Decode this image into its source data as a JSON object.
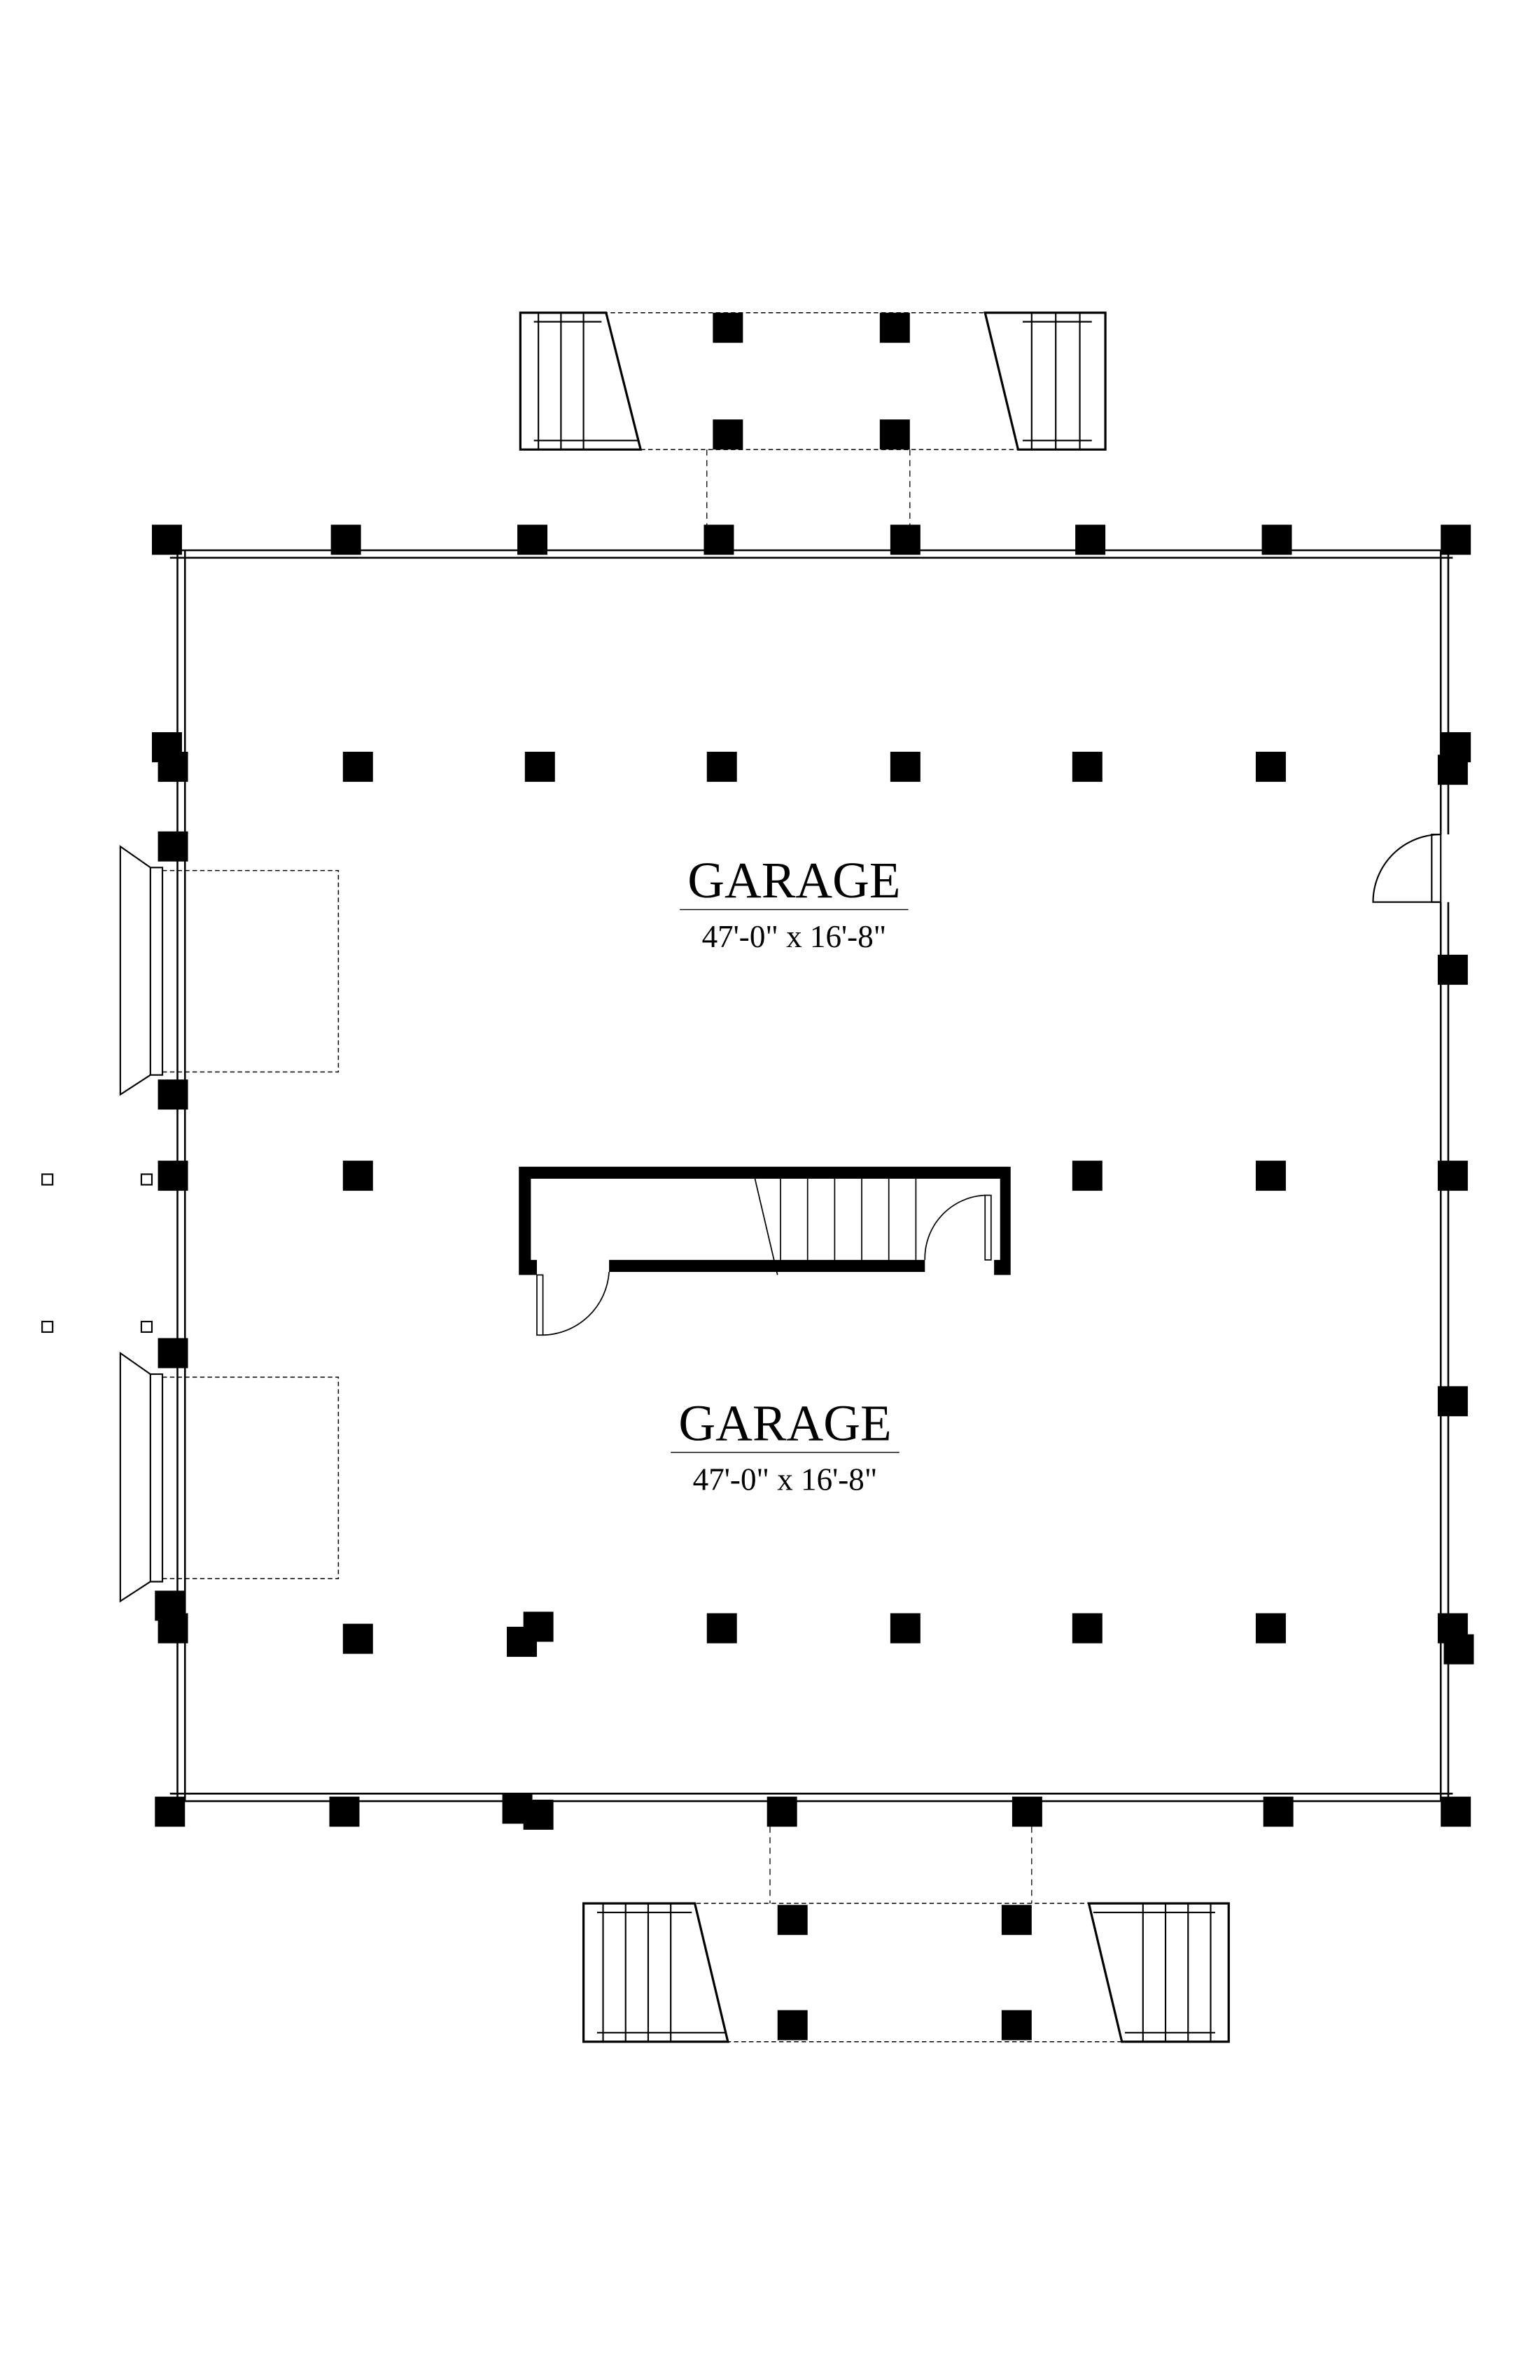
{
  "rooms": [
    {
      "name": "GARAGE",
      "dimensions": "47'-0\" x 16'-8\""
    },
    {
      "name": "GARAGE",
      "dimensions": "47'-0\" x 16'-8\""
    }
  ],
  "colors": {
    "ink": "#000000",
    "paper": "#ffffff"
  }
}
